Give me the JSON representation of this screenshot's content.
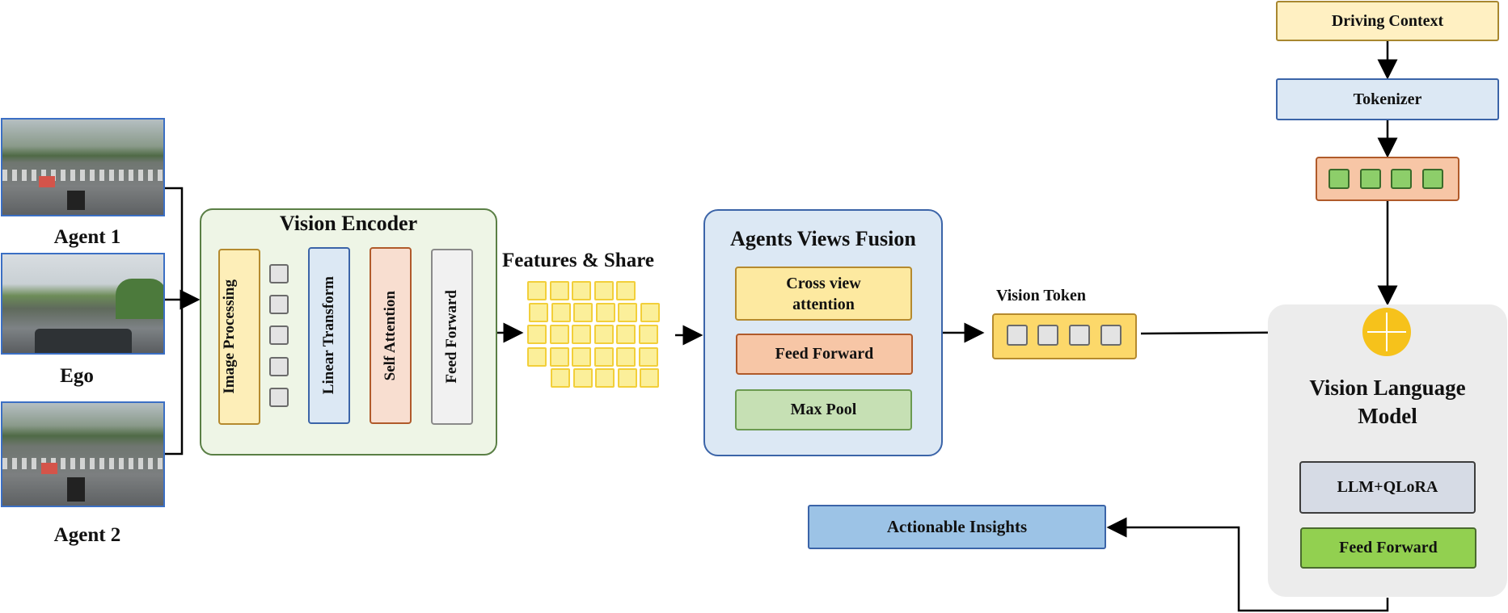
{
  "agents": {
    "agent1": "Agent 1",
    "ego": "Ego",
    "agent2": "Agent 2"
  },
  "vision_encoder": {
    "title": "Vision Encoder",
    "image_processing": "Image Processing",
    "linear_transform": "Linear Transform",
    "self_attention": "Self Attention",
    "feed_forward": "Feed Forward"
  },
  "features_share": "Features & Share",
  "fusion": {
    "title": "Agents Views Fusion",
    "cross_view": "Cross view attention",
    "feed_forward": "Feed Forward",
    "max_pool": "Max Pool"
  },
  "vision_token": "Vision Token",
  "driving_context": "Driving Context",
  "tokenizer": "Tokenizer",
  "vlm": {
    "title": "Vision Language Model",
    "llm": "LLM+QLoRA",
    "feed_forward": "Feed Forward"
  },
  "actionable_insights": "Actionable Insights",
  "colors": {
    "encoder_bg": "#eef5e6",
    "fusion_bg": "#dce8f4",
    "vlm_bg": "#ececec",
    "yellow": "#fde9a0",
    "orange": "#f7c6a6",
    "green": "#c6e0b4",
    "blue": "#c9daf0",
    "token_yellow": "#fcd86a",
    "insights": "#9cc3e6",
    "ff_green": "#92d050"
  }
}
